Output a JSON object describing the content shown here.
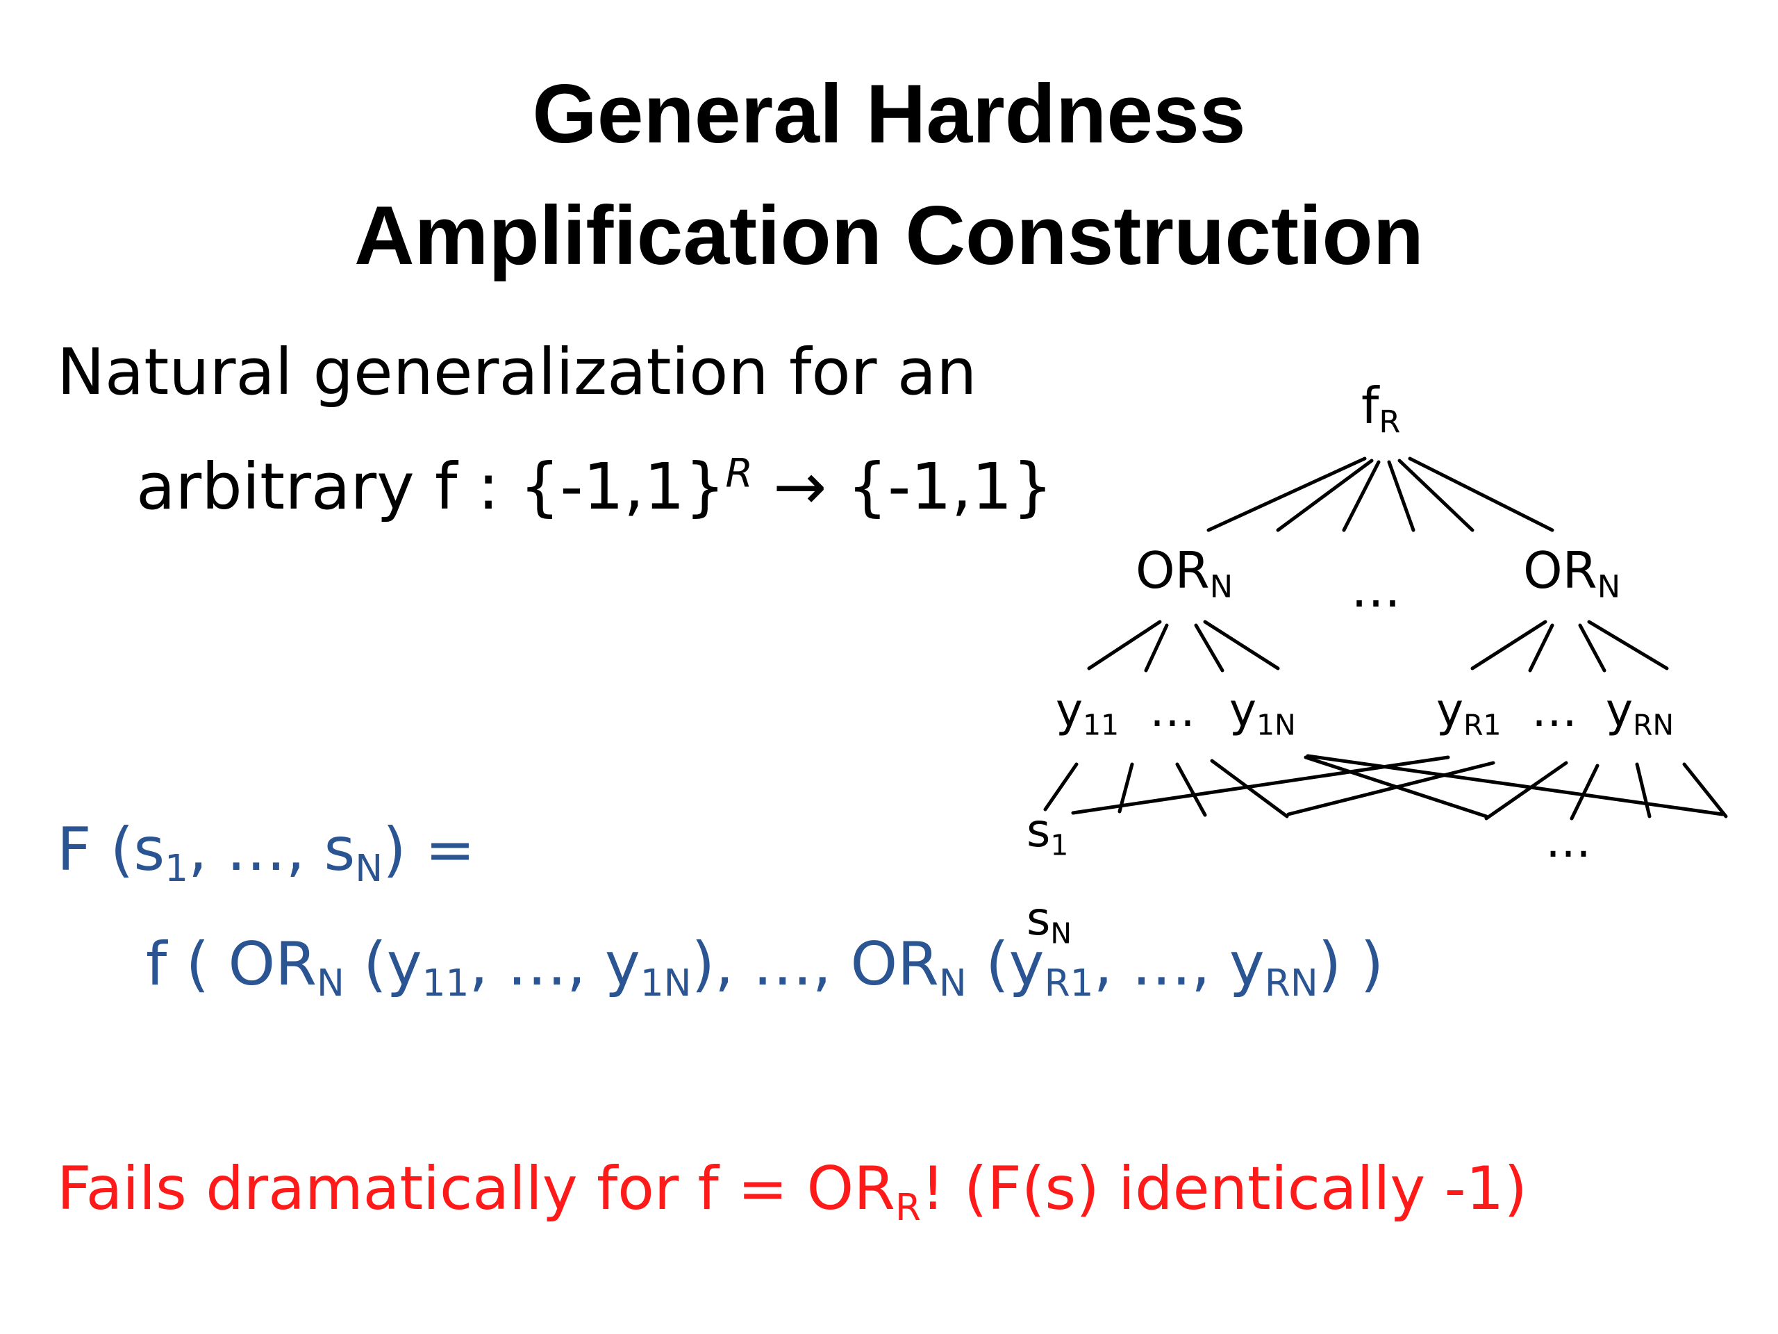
{
  "title": {
    "line1": "General Hardness",
    "line2": "Amplification Construction"
  },
  "intro": {
    "line1": "Natural generalization for an",
    "line2_pre": "arbitrary f : {-1,1}",
    "line2_sup": "R",
    "line2_arrow": "→",
    "line2_post": " {-1,1}"
  },
  "formula": {
    "line1": {
      "a": "F (s",
      "sub1": "1",
      "b": ", …, s",
      "subN": "N",
      "c": ") ="
    },
    "line2": {
      "a": "f ( OR",
      "sub_or1": "N",
      "b": " (y",
      "sub_y11": "11",
      "c": ", …, y",
      "sub_y1n": "1N",
      "d": "), …, OR",
      "sub_or2": "N",
      "e": " (y",
      "sub_yr1": "R1",
      "f": ", …, y",
      "sub_yrn": "RN",
      "g": ") )"
    }
  },
  "conclusion": {
    "a": "Fails dramatically for f = OR",
    "sub": "R",
    "b": "!  (F(s) identically -1)"
  },
  "tree": {
    "root": {
      "base": "f",
      "sub": "R"
    },
    "or_left": {
      "base": "OR",
      "sub": "N"
    },
    "or_right": {
      "base": "OR",
      "sub": "N"
    },
    "mid_ellipsis": "…",
    "y11": {
      "base": "y",
      "sub": "11"
    },
    "y1n": {
      "base": "y",
      "sub": "1N"
    },
    "yr1": {
      "base": "y",
      "sub": "R1"
    },
    "yrn": {
      "base": "y",
      "sub": "RN"
    },
    "leaf_ellipsis_left": "…",
    "leaf_ellipsis_right": "…",
    "s1": {
      "base": "s",
      "sub": "1"
    },
    "sn": {
      "base": "s",
      "sub": "N"
    },
    "bottom_ellipsis": "…"
  },
  "colors": {
    "blue": "#2b5592",
    "red": "#ff1a1a"
  }
}
